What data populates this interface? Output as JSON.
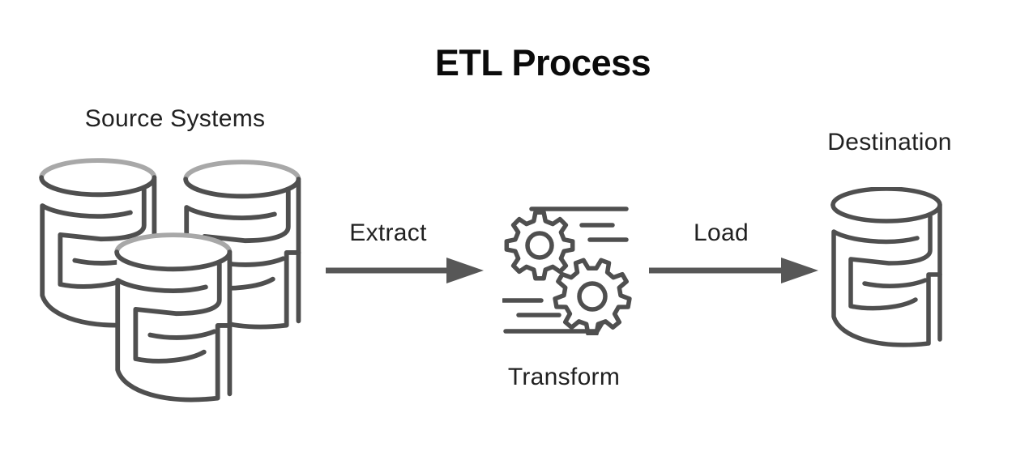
{
  "title": "ETL Process",
  "colors": {
    "bg": "#ffffff",
    "ink": "#4f4f4f",
    "ink-light": "#a8a8a8",
    "arrow": "#575757",
    "label-text": "#212121",
    "title-text": "#0b0b0b"
  },
  "diagram": {
    "source": {
      "label": "Source Systems",
      "icon": "database-stack-icon"
    },
    "steps": [
      {
        "label": "Extract",
        "icon": "arrow-right-icon"
      },
      {
        "label": "Transform",
        "icon": "gears-icon"
      },
      {
        "label": "Load",
        "icon": "arrow-right-icon"
      }
    ],
    "destination": {
      "label": "Destination",
      "icon": "database-icon"
    }
  }
}
